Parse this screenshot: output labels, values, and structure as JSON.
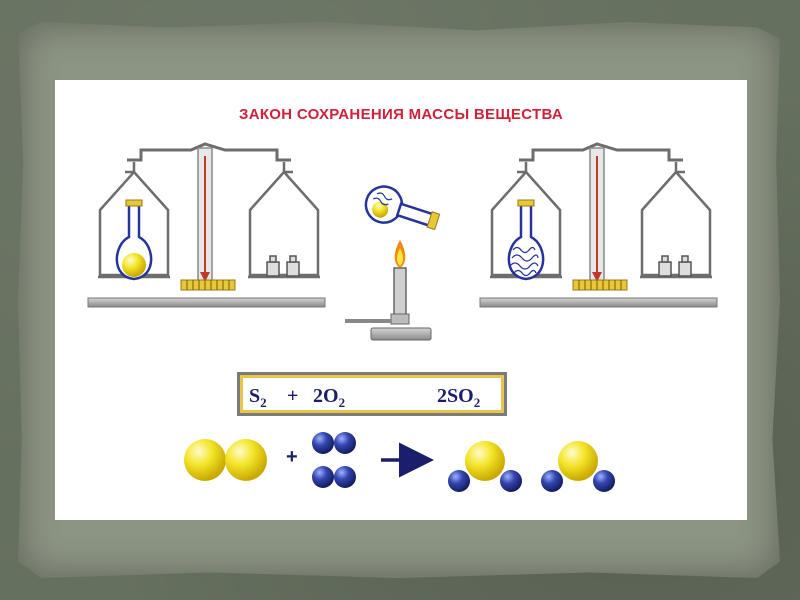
{
  "title": "ЗАКОН СОХРАНЕНИЯ МАССЫ ВЕЩЕСТВА",
  "equation": {
    "reactant1": "S",
    "reactant1_sub": "2",
    "plus": "+",
    "reactant2": "2O",
    "reactant2_sub": "2",
    "product": "2SO",
    "product_sub": "2"
  },
  "molecule_plus": "+",
  "colors": {
    "title": "#d0213a",
    "sulfur": "#f2e020",
    "oxygen": "#2a3a9a",
    "arrow": "#1b1f6b",
    "pointer": "#c0392b",
    "scale": "#6d6d6d"
  },
  "icons": [
    "balance-scale-icon",
    "flask-icon",
    "weight-icon",
    "burner-icon",
    "flame-icon"
  ]
}
